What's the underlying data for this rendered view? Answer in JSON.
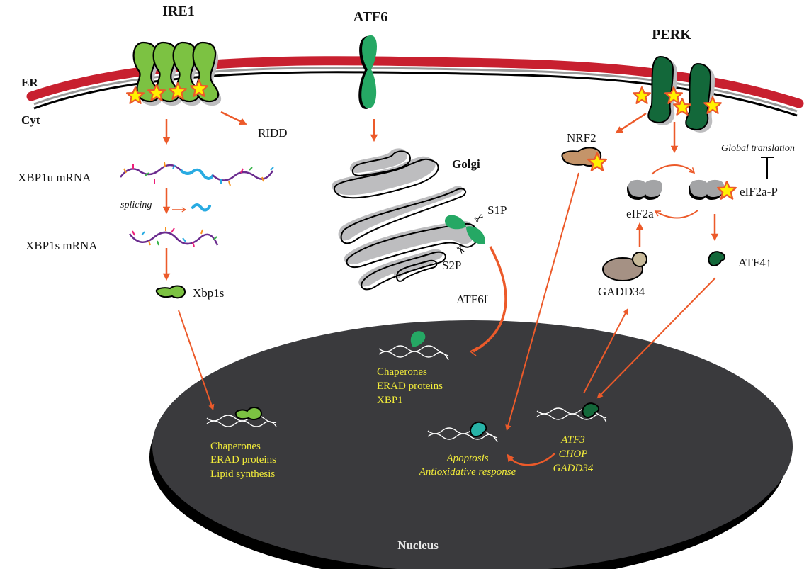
{
  "colors": {
    "membrane": "#c8202f",
    "arrow": "#ec5a2a",
    "ire1_green": "#7cc242",
    "atf6_green": "#25a864",
    "perk_green": "#13683a",
    "nucleus": "#3a3a3d",
    "nucleus_text": "#f2ec3a",
    "star_fill": "#fff200",
    "star_stroke": "#ec5a2a",
    "golgi": "#bdbdbf",
    "nrf2": "#c49469",
    "gadd34": "#a59184",
    "atf4_nuclear": "#27b3a8"
  },
  "compartments": {
    "er": "ER",
    "cyt": "Cyt",
    "golgi": "Golgi",
    "nucleus": "Nucleus"
  },
  "ire1": {
    "title": "IRE1",
    "ridd": "RIDD",
    "xbp1u": "XBP1u mRNA",
    "splicing": "splicing",
    "xbp1s": "XBP1s mRNA",
    "xbp1s_protein": "Xbp1s",
    "targets": [
      "Chaperones",
      "ERAD proteins",
      "Lipid synthesis"
    ]
  },
  "atf6": {
    "title": "ATF6",
    "s1p": "S1P",
    "s2p": "S2P",
    "atf6f": "ATF6f",
    "targets": [
      "Chaperones",
      "ERAD proteins",
      "XBP1"
    ]
  },
  "perk": {
    "title": "PERK",
    "nrf2": "NRF2",
    "global_translation": "Global translation",
    "eif2a": "eIF2a",
    "eif2a_p": "eIF2a-P",
    "gadd34": "GADD34",
    "atf4": "ATF4↑",
    "atf4_targets": [
      "ATF3",
      "CHOP",
      "GADD34"
    ],
    "nrf2_targets": [
      "Apoptosis",
      "Antioxidative response"
    ]
  },
  "icons": {
    "scissors": "✂"
  }
}
